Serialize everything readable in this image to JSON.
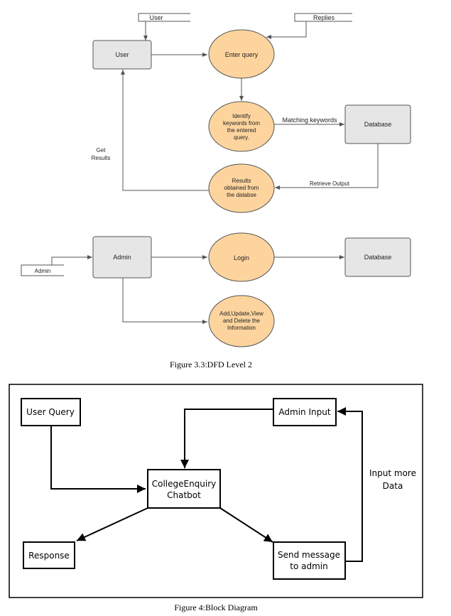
{
  "dfd": {
    "external": {
      "user": "User",
      "replies": "Replies",
      "admin": "Admin"
    },
    "entities": {
      "user": "User",
      "database1": "Database",
      "admin": "Admin",
      "database2": "Database"
    },
    "processes": {
      "enter_query": "Enter query",
      "identify": [
        "Identify",
        "keywords from",
        "the entered",
        "query."
      ],
      "results": [
        "Results",
        "obtained from",
        "the databse"
      ],
      "login": "Login",
      "manage": [
        "Add,Update,View",
        "and Delete the",
        "Information"
      ]
    },
    "flows": {
      "matching_keywords": "Matching keywords",
      "retrieve_output": "Retrieve Output",
      "get_results": [
        "Get",
        "Results"
      ]
    },
    "caption": "Figure 3.3:DFD Level 2"
  },
  "block": {
    "nodes": {
      "user_query": "User Query",
      "admin_input": "Admin Input",
      "chatbot": [
        "CollegeEnquiry",
        "Chatbot"
      ],
      "response": "Response",
      "send_message": [
        "Send message",
        "to admin"
      ]
    },
    "flow_label": [
      "Input more",
      "Data"
    ],
    "caption": "Figure 4:Block Diagram"
  },
  "colors": {
    "entity_fill": "#e6e6e6",
    "process_fill": "#fdd49e",
    "stroke": "#555555"
  }
}
